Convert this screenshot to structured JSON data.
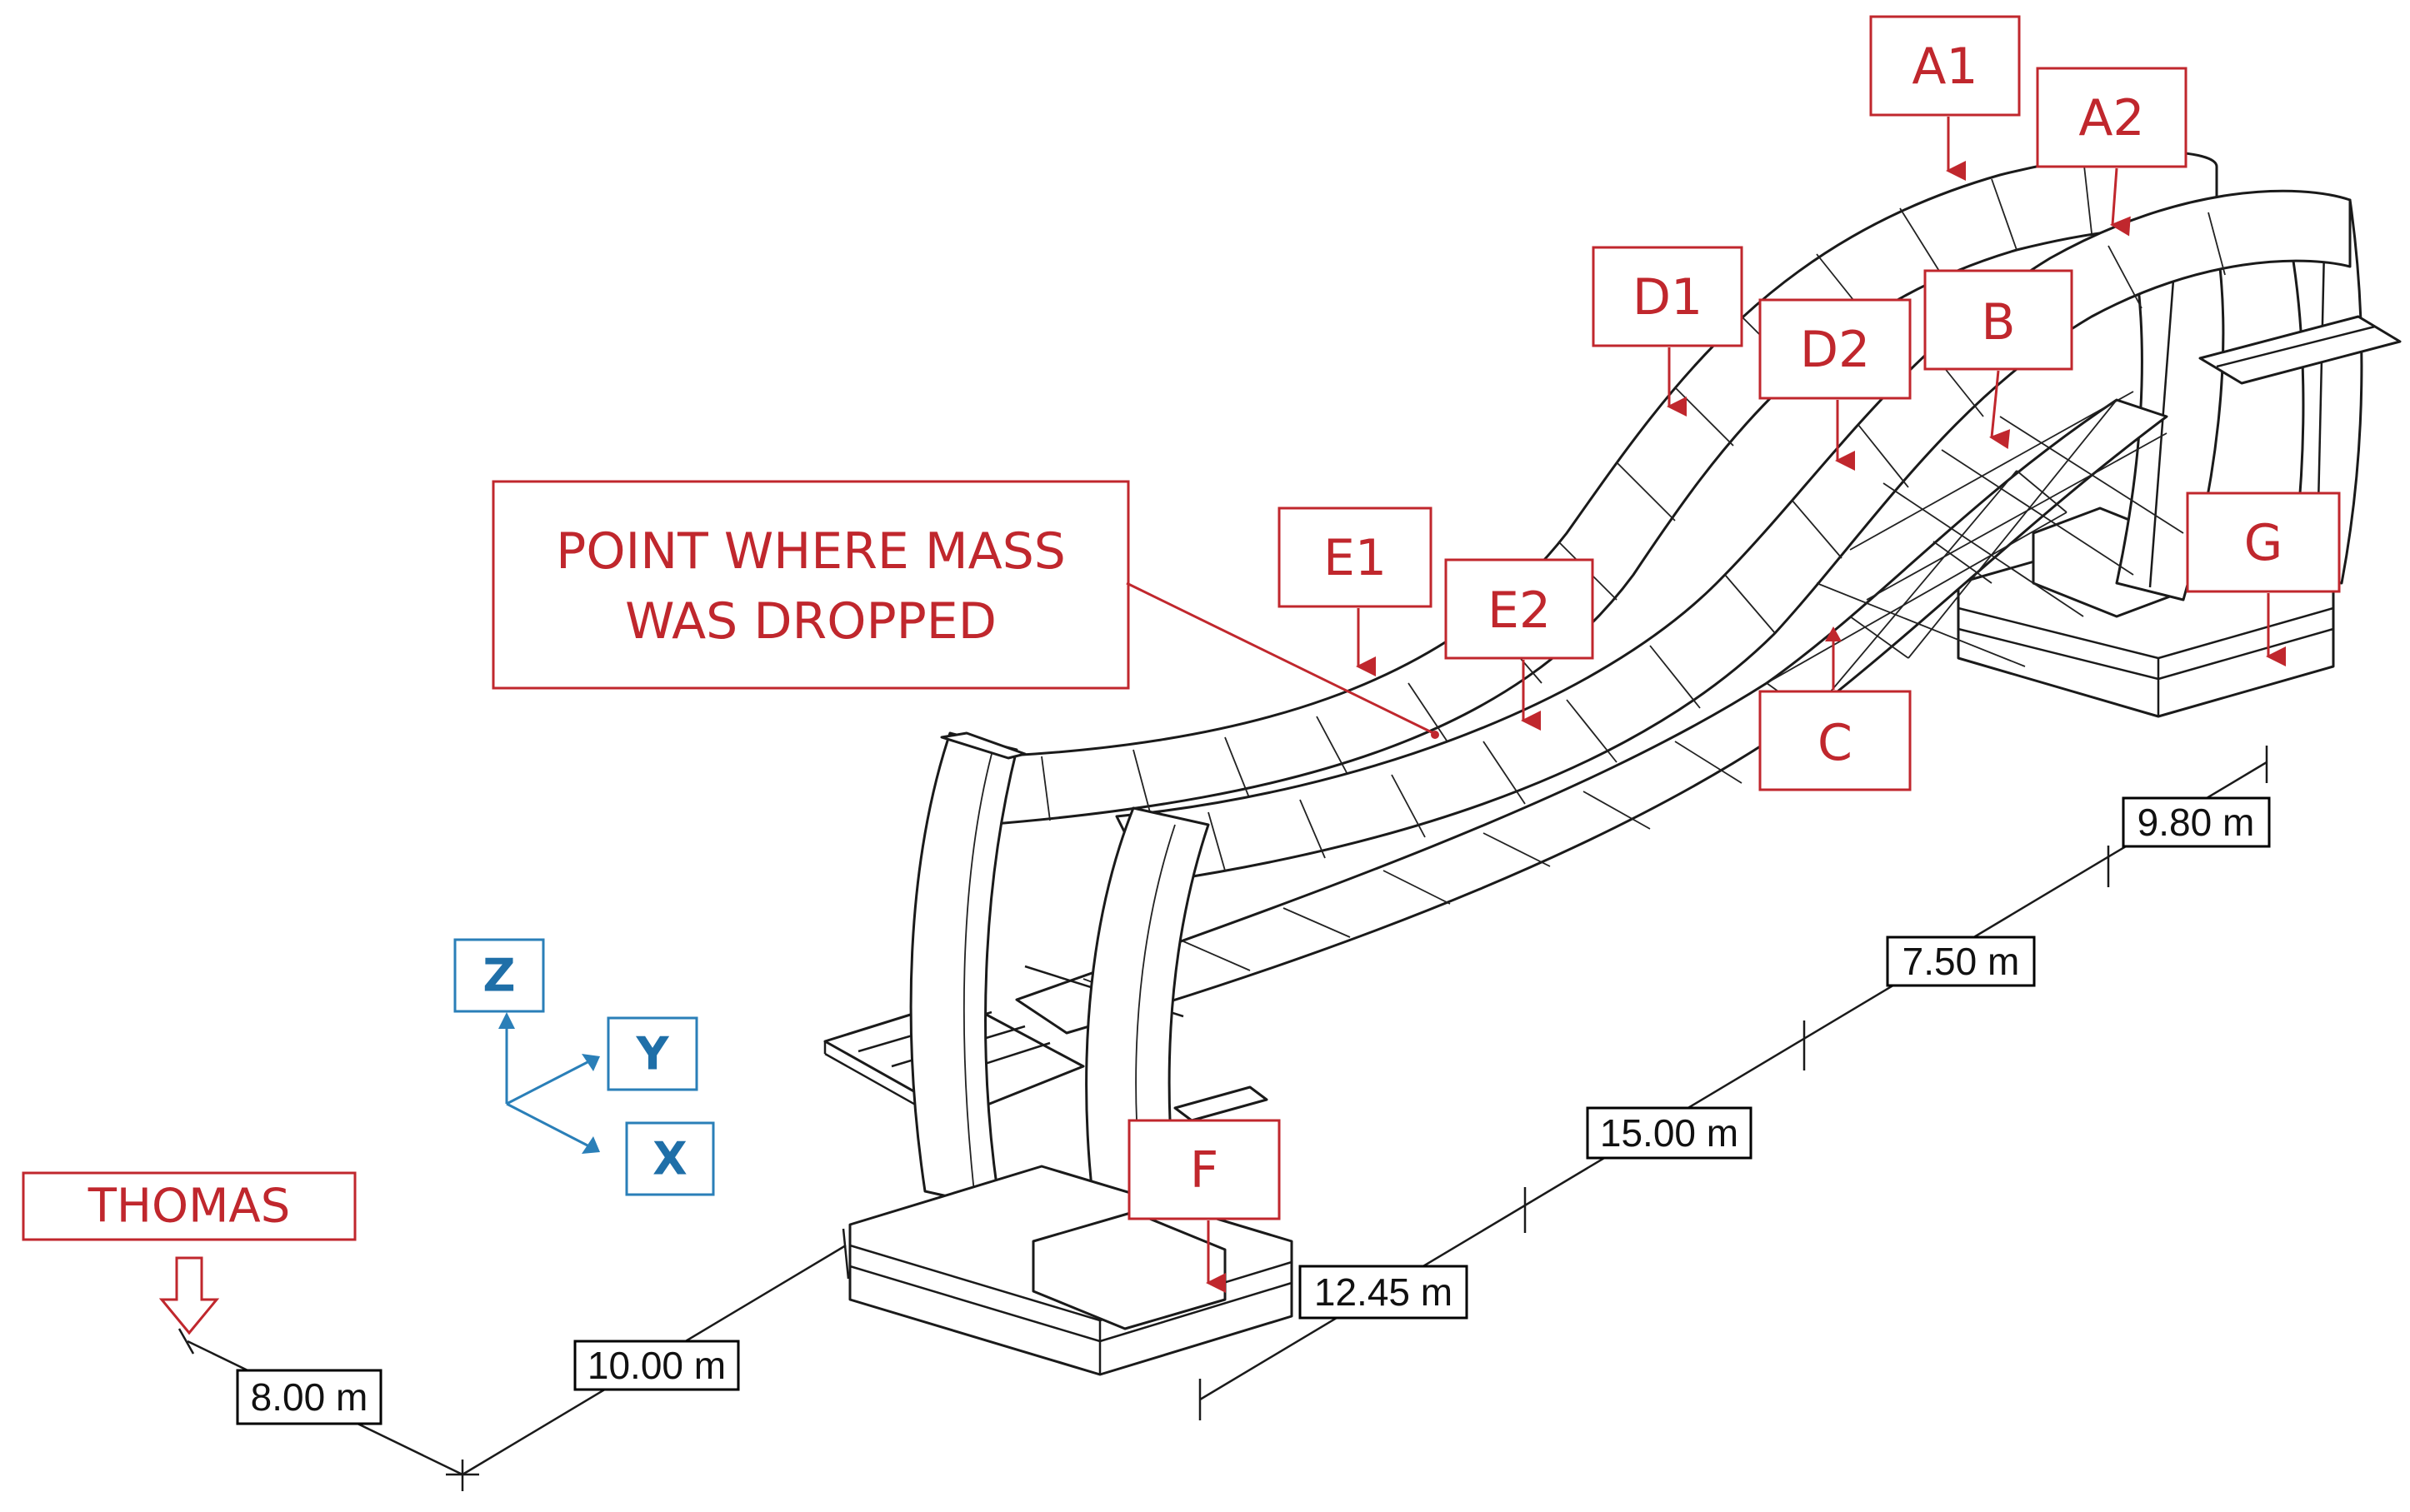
{
  "labels": {
    "a1": "A1",
    "a2": "A2",
    "b": "B",
    "c": "C",
    "d1": "D1",
    "d2": "D2",
    "e1": "E1",
    "e2": "E2",
    "f": "F",
    "g": "G",
    "drop_line1": "POINT WHERE MASS",
    "drop_line2": "WAS DROPPED",
    "thomas": "THOMAS"
  },
  "axes": {
    "z": "Z",
    "y": "Y",
    "x": "X"
  },
  "dimensions": {
    "d8": "8.00 m",
    "d10": "10.00 m",
    "d1245": "12.45 m",
    "d15": "15.00 m",
    "d750": "7.50 m",
    "d980": "9.80 m"
  },
  "colors": {
    "label": "#c0272d",
    "axis": "#1f6fa8",
    "structure": "#1a1a1a"
  }
}
